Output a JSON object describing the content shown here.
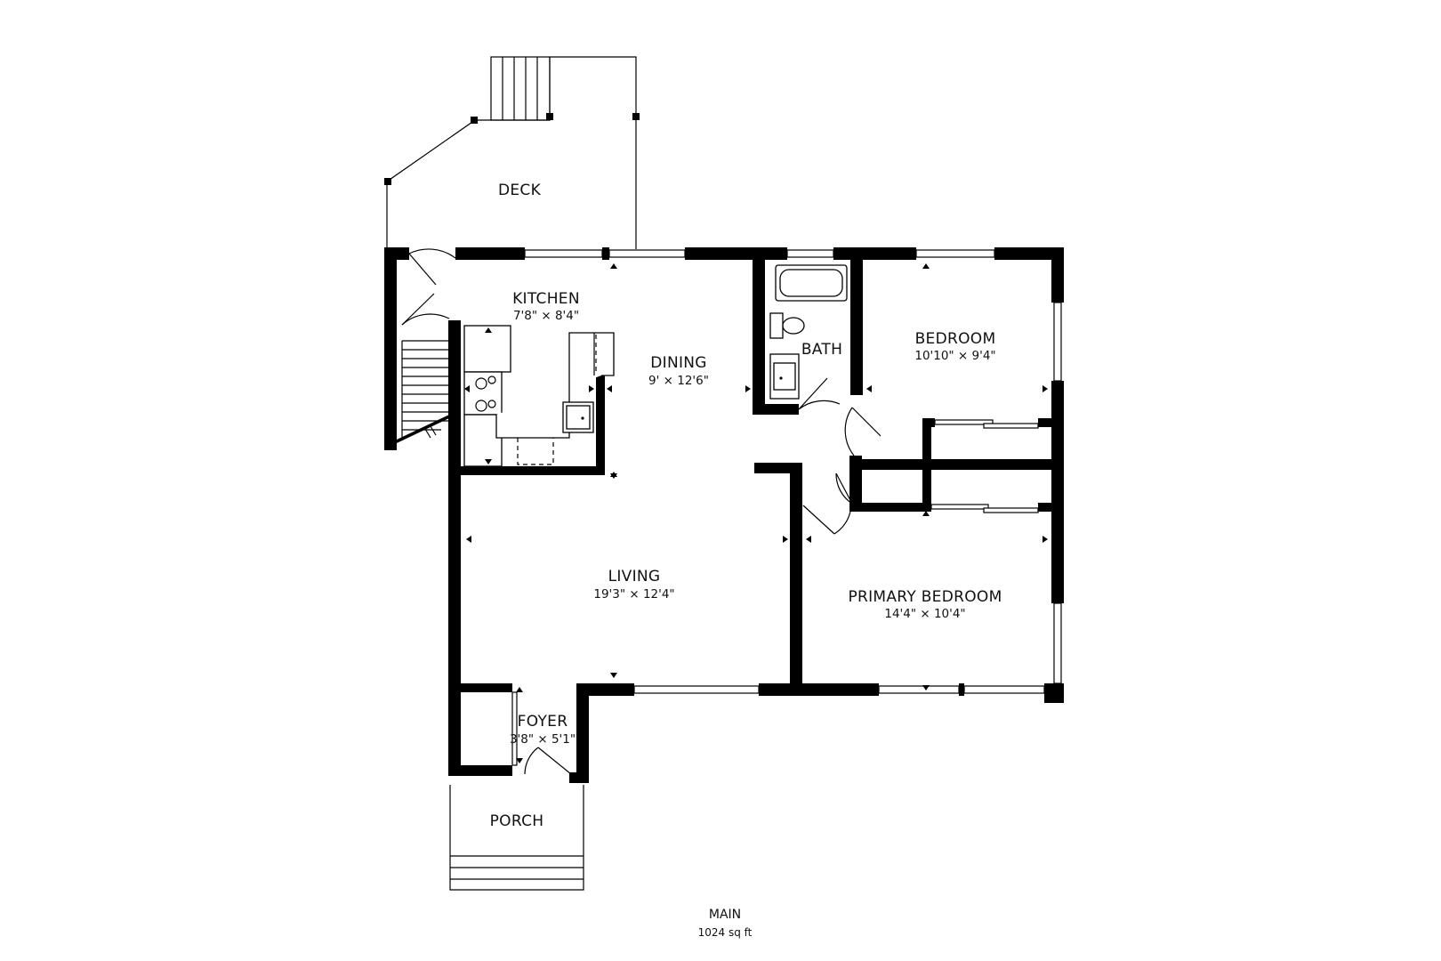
{
  "plan": {
    "rooms": {
      "deck": {
        "name": "DECK"
      },
      "kitchen": {
        "name": "KITCHEN",
        "dims": "7'8\" × 8'4\""
      },
      "dining": {
        "name": "DINING",
        "dims": "9' × 12'6\""
      },
      "bath": {
        "name": "BATH"
      },
      "bedroom": {
        "name": "BEDROOM",
        "dims": "10'10\" × 9'4\""
      },
      "living": {
        "name": "LIVING",
        "dims": "19'3\" × 12'4\""
      },
      "primary_bedroom": {
        "name": "PRIMARY BEDROOM",
        "dims": "14'4\" × 10'4\""
      },
      "foyer": {
        "name": "FOYER",
        "dims": "3'8\" × 5'1\""
      },
      "porch": {
        "name": "PORCH"
      }
    },
    "floor": {
      "name": "MAIN",
      "area": "1024 sq ft"
    },
    "colors": {
      "wall": "#000000",
      "background": "#ffffff"
    }
  }
}
